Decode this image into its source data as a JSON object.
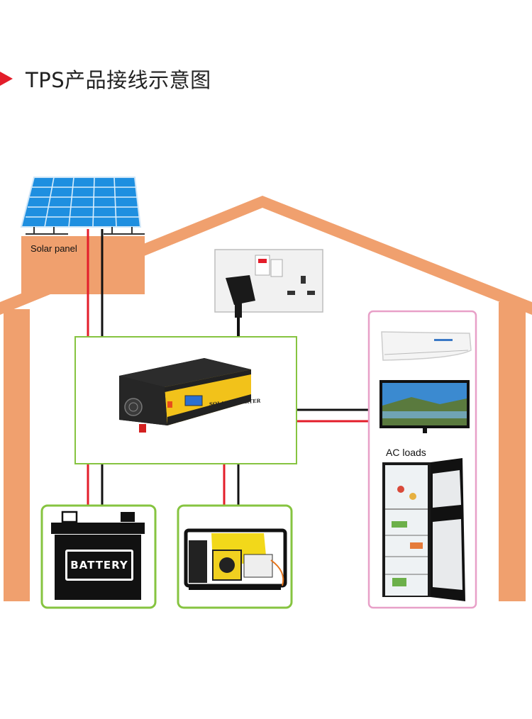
{
  "header": {
    "title": "TPS产品接线示意图"
  },
  "components": {
    "solar_panel_label": "Solar panel",
    "battery_label": "BATTERY",
    "inverter_label": "SOLAR INVERTER",
    "ac_loads_label": "AC loads"
  },
  "colors": {
    "house": "#f0a06e",
    "accent_arrow": "#e31d2a",
    "wire_positive": "#e31d2a",
    "wire_negative": "#111111",
    "frame_green": "#86c440",
    "frame_pink": "#e8a0c8",
    "inverter_yellow": "#f2c21a"
  },
  "icons": [
    "solar-panel-icon",
    "wall-socket-icon",
    "inverter-icon",
    "battery-icon",
    "generator-icon",
    "air-conditioner-icon",
    "tv-icon",
    "refrigerator-icon"
  ]
}
